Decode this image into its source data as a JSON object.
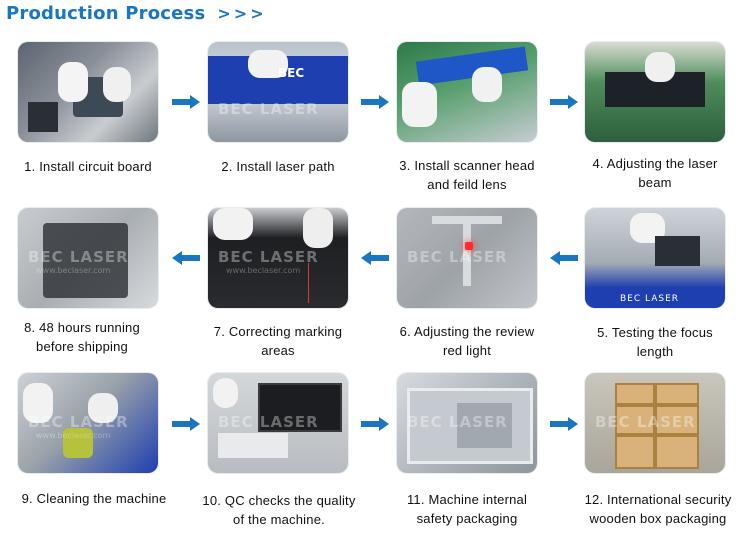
{
  "header": {
    "title": "Production Process",
    "chevrons": ">>>"
  },
  "watermark": {
    "brand": "BEC LASER",
    "site": "www.beclaser.com"
  },
  "brand_color": "#1a76c0",
  "steps": [
    {
      "line1": "1.  Install circuit board",
      "line2": ""
    },
    {
      "line1": "2. Install laser path",
      "line2": ""
    },
    {
      "line1": "3. Install scanner head",
      "line2": "and feild lens"
    },
    {
      "line1": "4. Adjusting the laser",
      "line2": "beam"
    },
    {
      "line1": "5. Testing the focus",
      "line2": "length"
    },
    {
      "line1": "6. Adjusting the review",
      "line2": "red light"
    },
    {
      "line1": "7. Correcting marking",
      "line2": "areas"
    },
    {
      "line1": "8. 48 hours running",
      "line2": "before shipping"
    },
    {
      "line1": "9. Cleaning the machine",
      "line2": ""
    },
    {
      "line1": "10. QC checks the quality",
      "line2": "of the machine."
    },
    {
      "line1": "11. Machine internal",
      "line2": "safety packaging"
    },
    {
      "line1": "12. International security",
      "line2": "wooden box packaging"
    }
  ]
}
